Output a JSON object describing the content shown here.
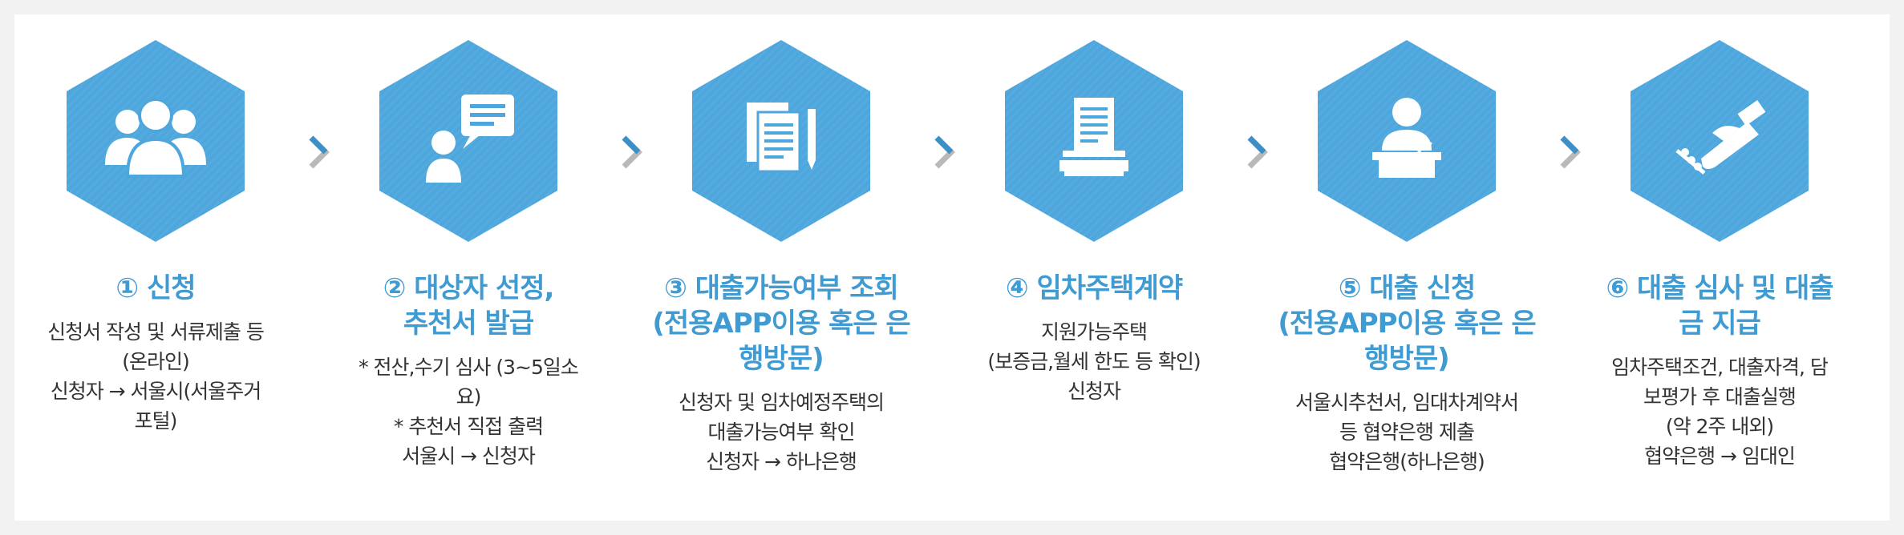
{
  "colors": {
    "hex_fill": "#4da6dc",
    "hex_stripe": "#5ab0e2",
    "title": "#3f9bd2",
    "text": "#333333",
    "arrow": "#3f8fc7"
  },
  "steps": [
    {
      "icon": "people-group-icon",
      "title": "① 신청",
      "desc": "신청서 작성 및 서류제출 등\n(온라인)\n신청자 → 서울시(서울주거\n포털)"
    },
    {
      "icon": "person-speech-bubble-icon",
      "title": "② 대상자 선정,\n추천서 발급",
      "desc": "* 전산,수기 심사 (3~5일소\n요)\n* 추천서 직접 출력\n서울시 → 신청자"
    },
    {
      "icon": "documents-pencil-icon",
      "title": "③ 대출가능여부 조회\n(전용APP이용 혹은 은\n행방문)",
      "desc": "신청자 및 임차예정주택의\n대출가능여부 확인\n신청자 → 하나은행"
    },
    {
      "icon": "document-printer-icon",
      "title": "④ 임차주택계약",
      "desc": "지원가능주택\n(보증금,월세 한도 등 확인)\n신청자"
    },
    {
      "icon": "person-at-podium-icon",
      "title": "⑤ 대출 신청\n(전용APP이용 혹은 은\n행방문)",
      "desc": "서울시추천서, 임대차계약서\n등 협약은행 제출\n협약은행(하나은행)"
    },
    {
      "icon": "handshake-icon",
      "title": "⑥ 대출 심사 및 대출\n금 지급",
      "desc": "임차주택조건, 대출자격, 담\n보평가 후 대출실행\n(약 2주 내외)\n협약은행 → 임대인"
    }
  ]
}
